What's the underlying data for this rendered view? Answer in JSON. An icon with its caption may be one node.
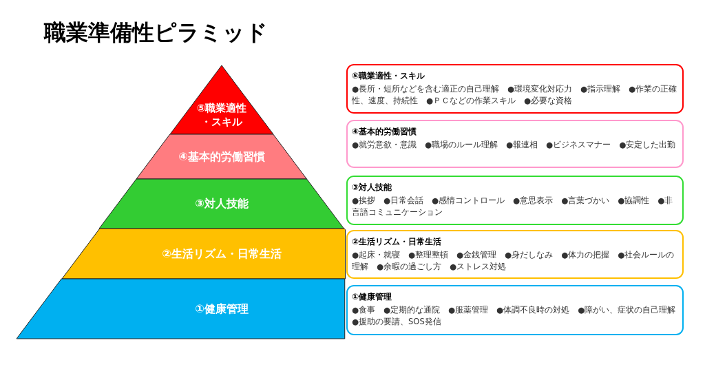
{
  "diagram": {
    "title": "職業準備性ピラミッド",
    "nodes": [
      {
        "text": [
          "⑤職業適性・スキル"
        ]
      },
      {
        "text": [
          "④基本的労働習慣"
        ]
      },
      {
        "text": [
          "③対人技能"
        ]
      },
      {
        "text": [
          "②生活リズム・日常生活"
        ]
      },
      {
        "text": [
          "①健康管理"
        ]
      },
      {
        "text": [
          "⑤職業適性・スキル",
          "●長所・短所などを含む適正の自己理解　●環境変化対応力　●指示理解　●作業の正確性、速度、持続性　●ＰＣなどの作業スキル　●必要な資格"
        ]
      },
      {
        "text": [
          "④基本的労働習慣",
          "●就労意欲・意識　●職場のルール理解　●報連相　●ビジネスマナー　●安定した出勤"
        ]
      },
      {
        "text": [
          "③対人技能",
          "●挨拶　●日常会話　●感情コントロール　●意思表示　●言葉づかい　●協調性　●非言語コミュニケーション"
        ]
      },
      {
        "text": [
          "②生活リズム・日常生活",
          "●起床・就寝　●整理整頓　●金銭管理　●身だしなみ　●体力の把握　●社会ルールの理解　●余暇の過ごし方　●ストレス対処"
        ]
      },
      {
        "text": [
          "①健康管理",
          "●食事　●定期的な通院　●服薬管理　●体調不良時の対処　●障がい、症状の自己理解　●援助の要請、SOS発信"
        ]
      }
    ],
    "edges": []
  }
}
